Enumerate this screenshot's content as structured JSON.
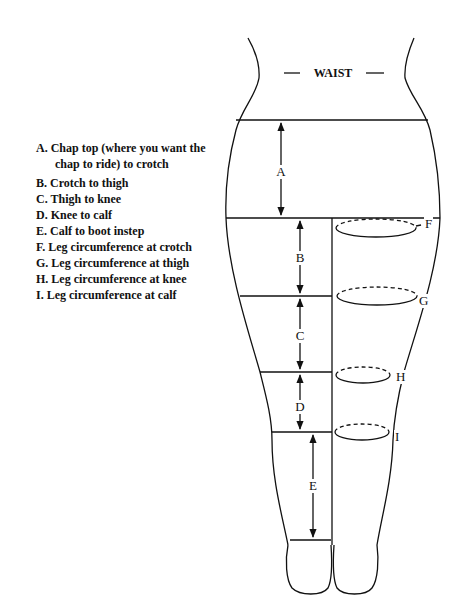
{
  "diagram": {
    "labels": [
      "WAIST",
      "A. Chap top (where you want the chap to ride) to crotch",
      "B. Crotch to thigh",
      "C. Thigh to knee",
      "D. Knee to calf",
      "E. Calf to boot instep",
      "F. Leg circumference at crotch",
      "G. Leg circumference at thigh",
      "H. Leg circumference at knee",
      "I. Leg circumference at calf",
      "A",
      "B",
      "C",
      "D",
      "E",
      "F",
      "G",
      "H",
      "I"
    ]
  }
}
